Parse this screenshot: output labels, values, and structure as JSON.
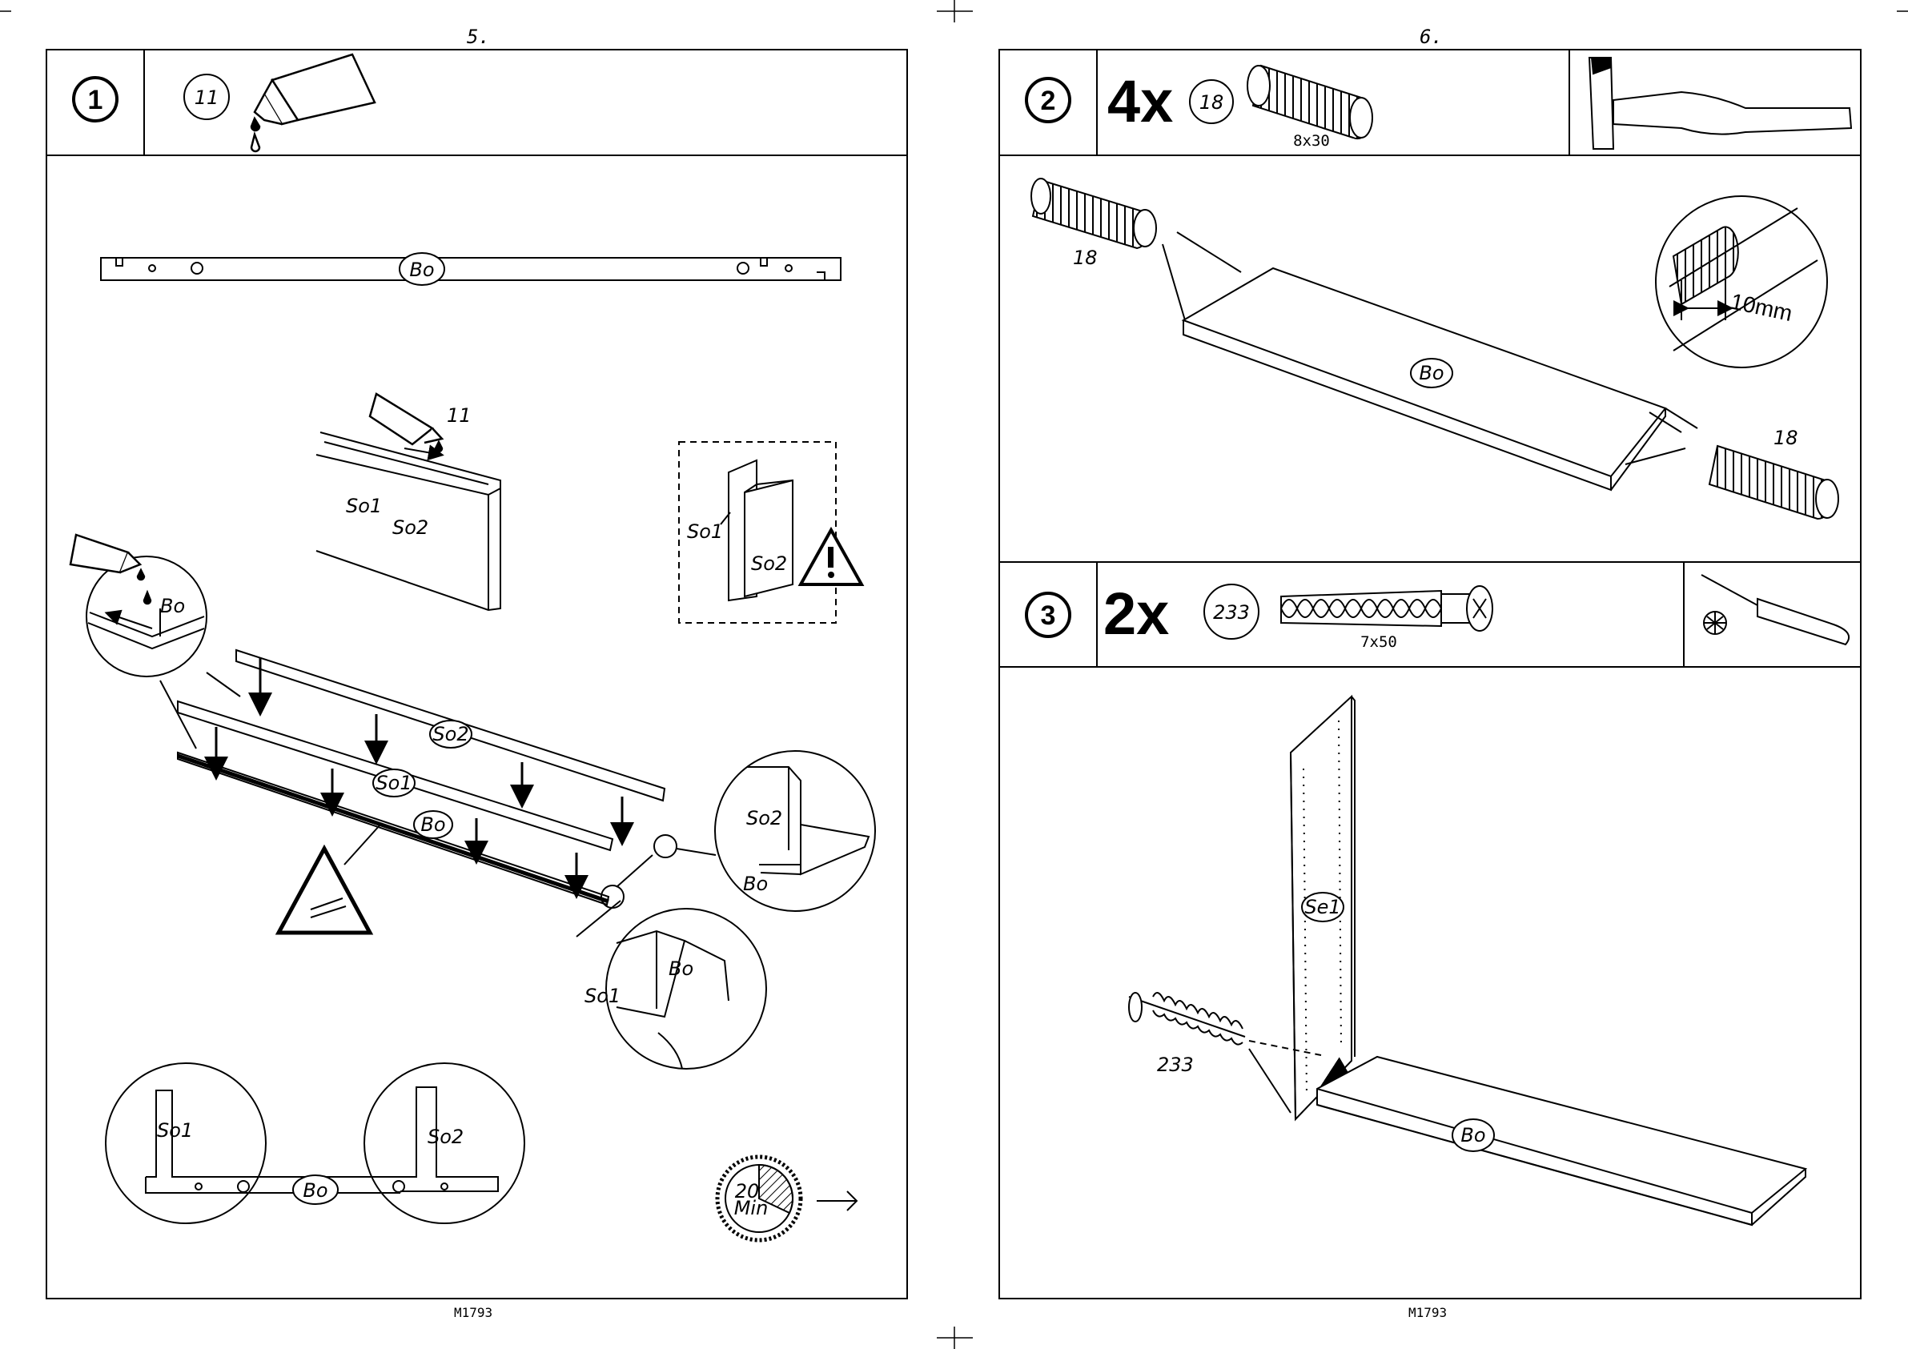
{
  "pages": [
    {
      "number": "5.",
      "footer": "M1793"
    },
    {
      "number": "6.",
      "footer": "M1793"
    }
  ],
  "steps": [
    {
      "number": "1",
      "header_part": "11",
      "labels": {
        "bo": "Bo",
        "so1": "So1",
        "so2": "So2",
        "glue": "11",
        "timer": "20",
        "timer_unit": "Min"
      }
    },
    {
      "number": "2",
      "quantity": "4x",
      "part": "18",
      "size": "8x30",
      "labels": {
        "bo": "Bo",
        "dowel_left": "18",
        "dowel_right": "18",
        "depth": "10mm"
      }
    },
    {
      "number": "3",
      "quantity": "2x",
      "part": "233",
      "size": "7x50",
      "labels": {
        "bo": "Bo",
        "se1": "Se1",
        "screw": "233"
      }
    }
  ],
  "icons": [
    "glue-tube-icon",
    "dowel-icon",
    "hammer-icon",
    "screw-icon",
    "screwdriver-icon",
    "warning-triangle-icon",
    "timer-icon",
    "arrow-right-icon"
  ]
}
